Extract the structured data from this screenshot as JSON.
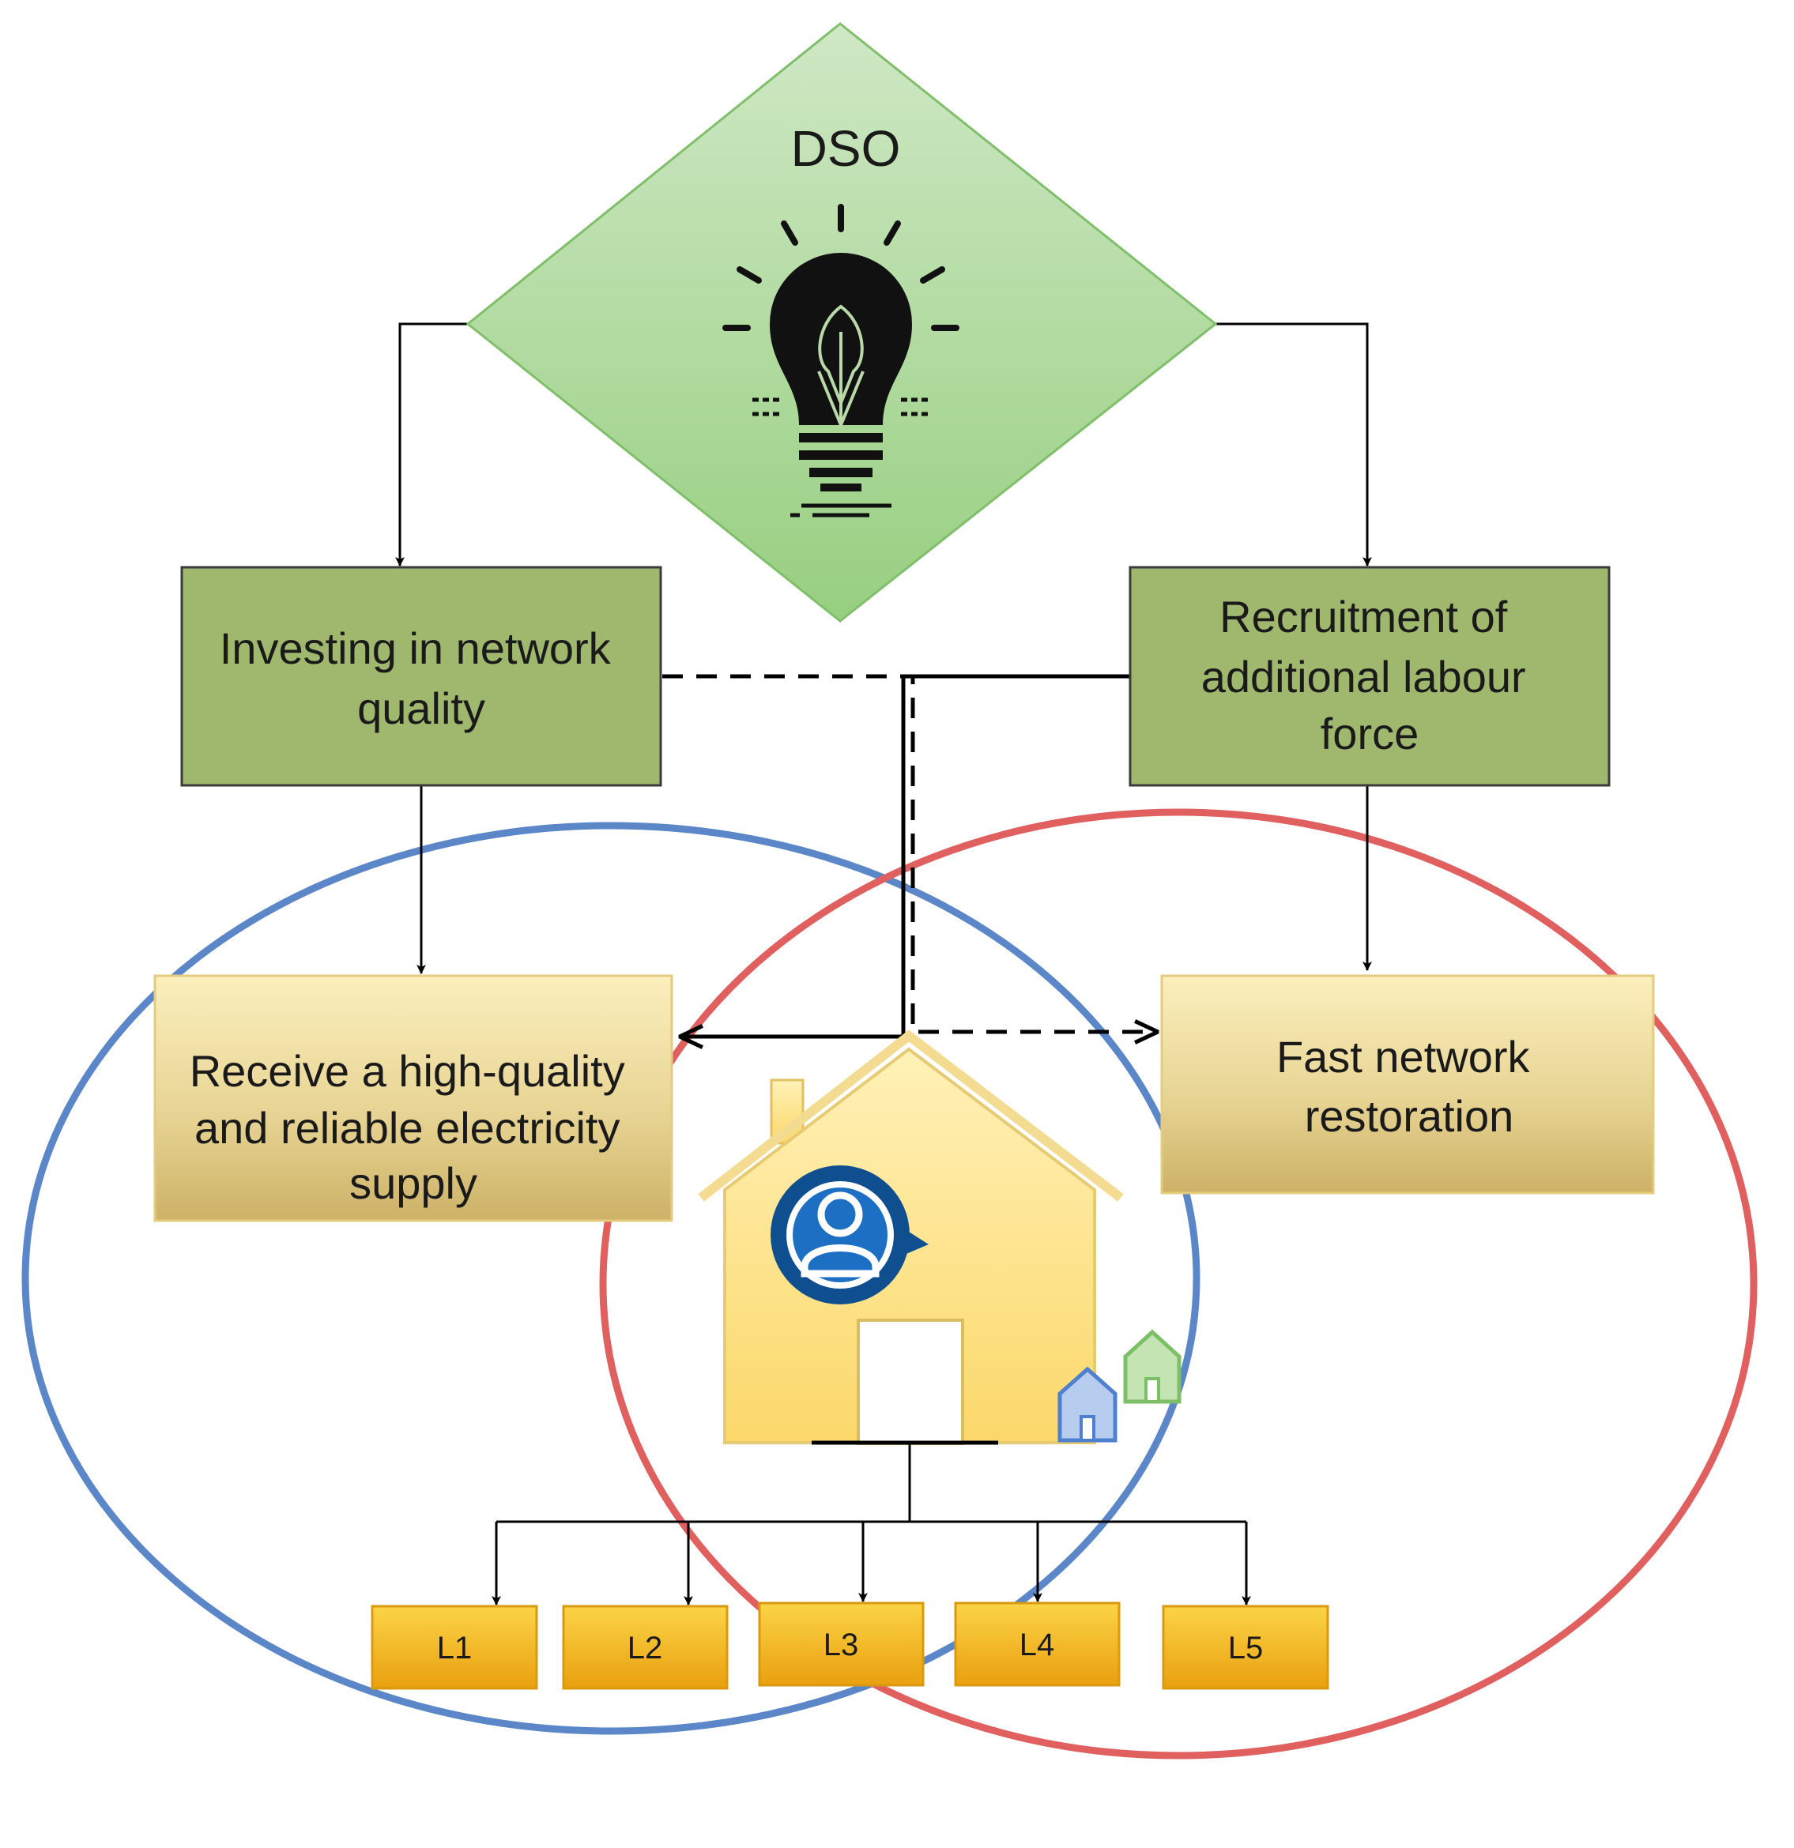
{
  "dso": {
    "label": "DSO"
  },
  "actions": {
    "investing": [
      "Investing in network",
      "quality"
    ],
    "recruitment": [
      "Recruitment of",
      "additional labour",
      "force"
    ]
  },
  "outcomes": {
    "supply": [
      "Receive a high-quality",
      "and reliable electricity",
      "supply"
    ],
    "restoration": [
      "Fast network",
      "restoration"
    ]
  },
  "loads": [
    "L1",
    "L2",
    "L3",
    "L4",
    "L5"
  ],
  "colors": {
    "diamond": "#a9d49a",
    "action_box": "#9fb86d",
    "outcome_box": "#e8d9a0",
    "load_box": "#f2b117",
    "circle_left": "#5b87c8",
    "circle_right": "#e06060",
    "house": "#fde38a",
    "user_badge": "#0f4f8f"
  },
  "icons": {
    "dso": "lightbulb-leaf-icon",
    "consumer": "user-refresh-icon",
    "house": "house-icon"
  }
}
